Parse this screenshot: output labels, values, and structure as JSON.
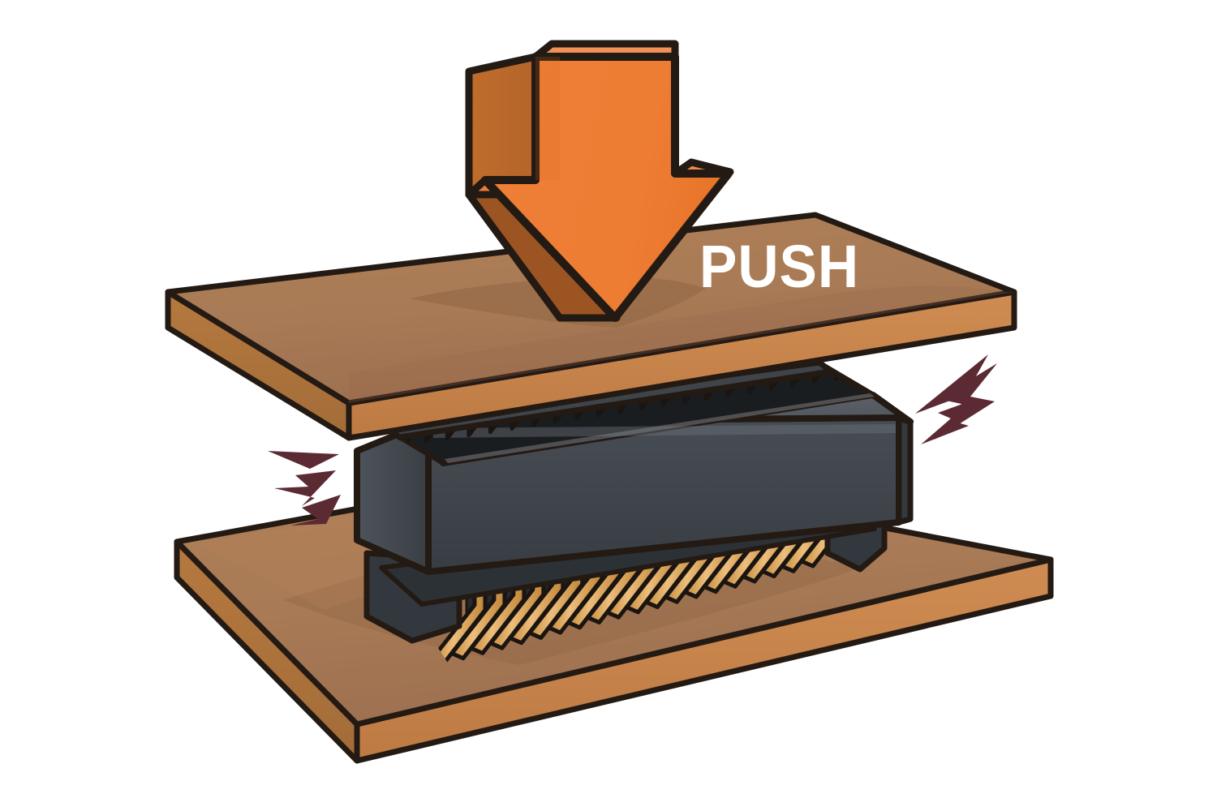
{
  "illustration": {
    "title": "Board-to-board connector mating illustration",
    "callout": {
      "label": "PUSH",
      "color": "#ffffff"
    },
    "palette": {
      "background": "#ffffff",
      "outline": "#241a14",
      "arrow_face": "#ef7e36",
      "arrow_side_light": "#f08a48",
      "arrow_side_dark": "#b9642c",
      "arrow_top": "#f4915a",
      "pcb_top": "#a87a55",
      "pcb_top_shadow": "#8f6644",
      "pcb_edge": "#c9834a",
      "pcb_edge_dark": "#a96a3a",
      "connector_body": "#3f444a",
      "connector_body_light": "#4c5259",
      "connector_body_dark": "#32373c",
      "connector_top_face": "#565c63",
      "connector_cavity": "#181a1c",
      "pin_gold": "#d9a153",
      "pin_gold_light": "#eab978",
      "pin_gold_dark": "#ab7b36",
      "impact_mark": "#5c2a33"
    }
  },
  "parts": {
    "arrow": {
      "name": "Downward push arrow",
      "direction": "down"
    },
    "top_board": {
      "name": "Upper printed circuit board",
      "position": "above connector"
    },
    "bottom_board": {
      "name": "Lower printed circuit board",
      "position": "below connector"
    },
    "connector": {
      "name": "Board-to-board connector",
      "top_contacts": 21,
      "bottom_leads": 20,
      "body_color": "#3f444a",
      "contact_color": "#d9a153"
    },
    "impact_marks": {
      "name": "Impact / click indicator lines",
      "left_count": 3,
      "right_count": 3,
      "color": "#5c2a33"
    }
  }
}
